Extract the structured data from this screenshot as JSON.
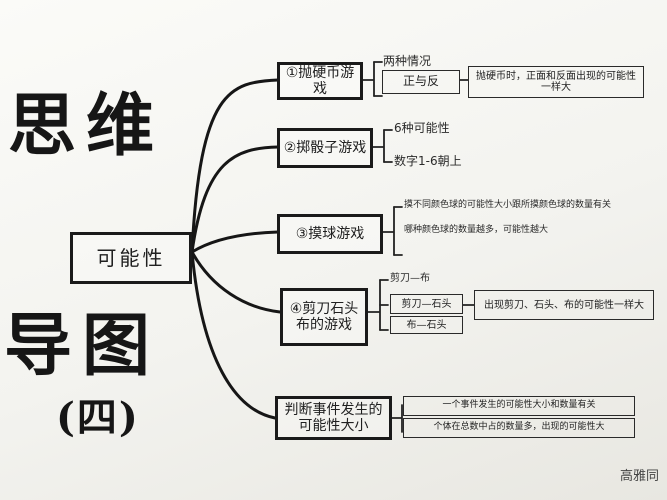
{
  "title": {
    "line1": "思维",
    "line2": "导图",
    "number": "(四)"
  },
  "center": "可能性",
  "branches": [
    {
      "name": "①抛硬币游戏",
      "notes": [
        "两种情况",
        "正与反"
      ],
      "extra": "抛硬币时，正面和反面出现的可能性一样大"
    },
    {
      "name": "②掷骰子游戏",
      "notes": [
        "6种可能性",
        "数字1-6朝上"
      ]
    },
    {
      "name": "③摸球游戏",
      "notes": [
        "摸不同颜色球的可能性大小跟所摸颜色球的数量有关",
        "哪种颜色球的数量越多，可能性越大"
      ]
    },
    {
      "name": "④剪刀石头布的游戏",
      "notes": [
        "剪刀—布",
        "剪刀—石头",
        "布—石头"
      ],
      "extra": "出现剪刀、石头、布的可能性一样大"
    },
    {
      "name": "判断事件发生的可能性大小",
      "notes": [
        "一个事件发生的可能性大小和数量有关",
        "个体在总数中占的数量多，出现的可能性大"
      ]
    }
  ],
  "signature": "高雅同"
}
